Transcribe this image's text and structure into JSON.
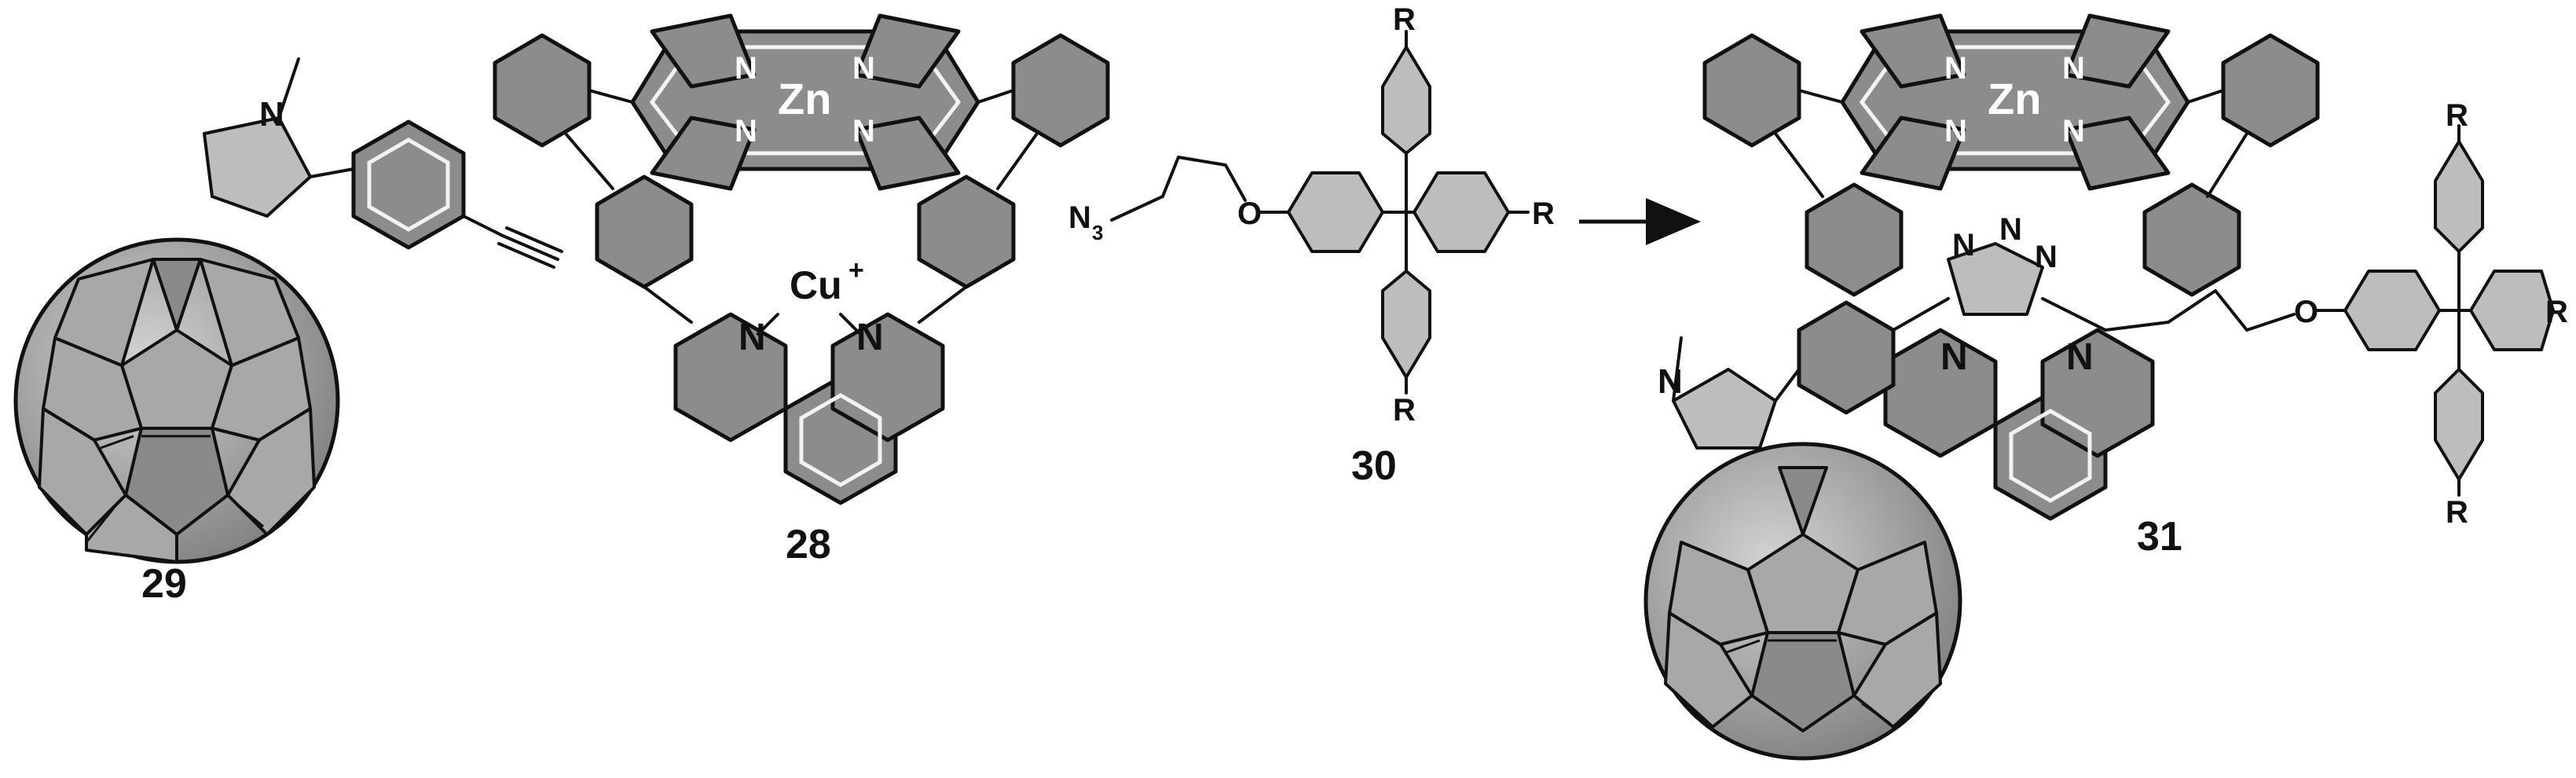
{
  "compounds": {
    "c29": {
      "label": "29"
    },
    "c28": {
      "label": "28"
    },
    "c30": {
      "label": "30"
    },
    "c31": {
      "label": "31"
    }
  },
  "atoms": {
    "zinc": "Zn",
    "nitrogen": "N",
    "copper": "Cu",
    "copper_charge": "+",
    "oxygen": "O",
    "azide_n": "N",
    "azide_sub": "3",
    "substituent_r": "R"
  },
  "colors": {
    "ring_fill": "#8c8c8c",
    "ring_light": "#bdbdbd",
    "fullerene_fill": "#a8a8a8",
    "stroke": "#111111"
  }
}
